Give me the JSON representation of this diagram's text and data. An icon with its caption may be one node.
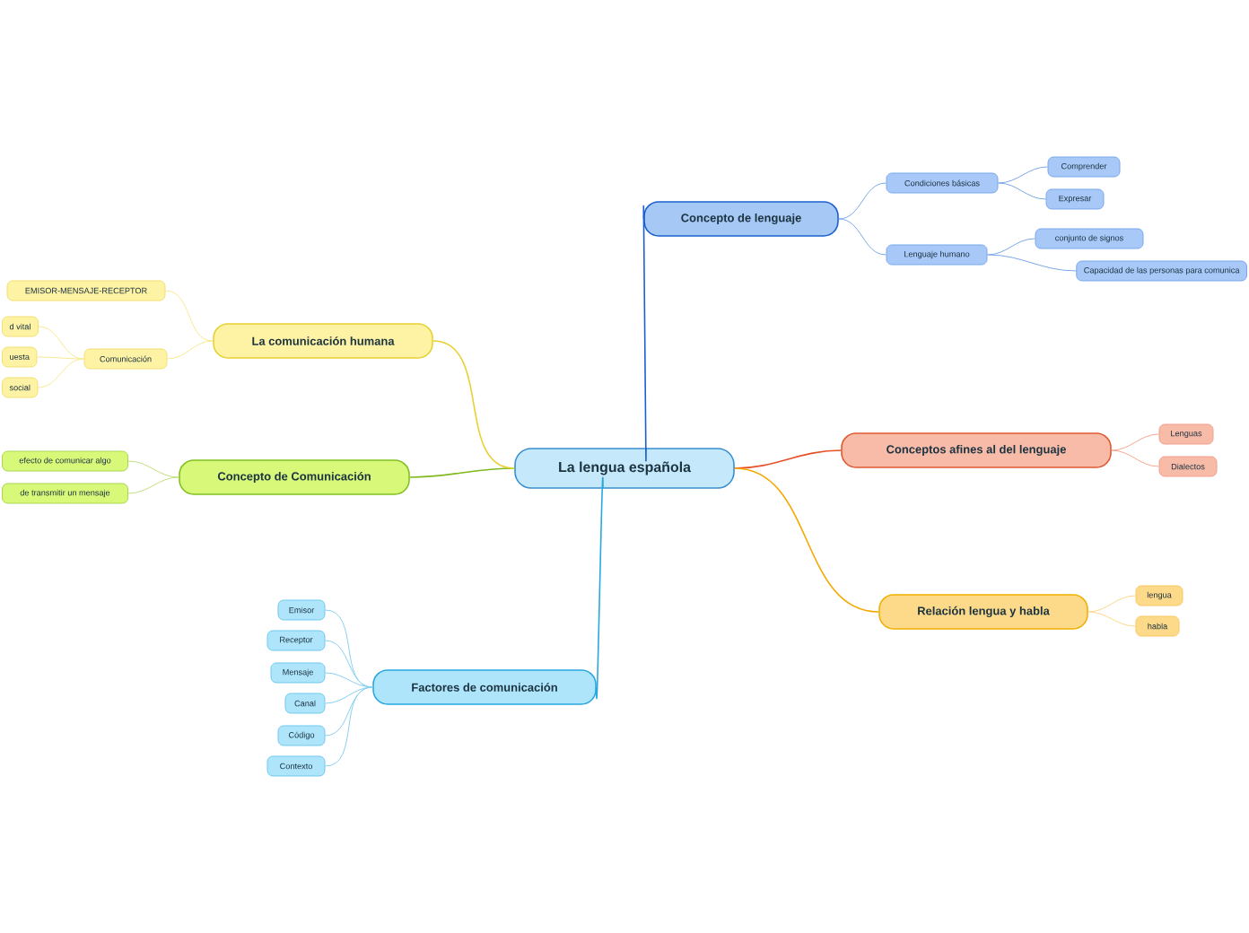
{
  "diagram": {
    "nodes": [
      {
        "text": [
          "La lengua española"
        ]
      },
      {
        "text": [
          "Concepto de lenguaje"
        ]
      },
      {
        "text": [
          "Condiciones básicas"
        ]
      },
      {
        "text": [
          "Comprender"
        ]
      },
      {
        "text": [
          "Expresar"
        ]
      },
      {
        "text": [
          "Lenguaje humano"
        ]
      },
      {
        "text": [
          "conjunto de signos"
        ]
      },
      {
        "text": [
          "Capacidad de las personas para comunica"
        ]
      },
      {
        "text": [
          "Conceptos afines al del lenguaje"
        ]
      },
      {
        "text": [
          "Lenguas"
        ]
      },
      {
        "text": [
          "Dialectos"
        ]
      },
      {
        "text": [
          "Relación lengua y habla"
        ]
      },
      {
        "text": [
          "lengua"
        ]
      },
      {
        "text": [
          "habla"
        ]
      },
      {
        "text": [
          "Factores de comunicación"
        ]
      },
      {
        "text": [
          "Emisor"
        ]
      },
      {
        "text": [
          "Receptor"
        ]
      },
      {
        "text": [
          "Mensaje"
        ]
      },
      {
        "text": [
          "Canal"
        ]
      },
      {
        "text": [
          "Código"
        ]
      },
      {
        "text": [
          "Contexto"
        ]
      },
      {
        "text": [
          "Concepto de Comunicación"
        ]
      },
      {
        "text": [
          "efecto de comunicar algo"
        ]
      },
      {
        "text": [
          "de transmitir un mensaje"
        ]
      },
      {
        "text": [
          "La comunicación humana"
        ]
      },
      {
        "text": [
          "EMISOR-MENSAJE-RECEPTOR"
        ]
      },
      {
        "text": [
          "Comunicación"
        ]
      },
      {
        "text": [
          "d vital"
        ]
      },
      {
        "text": [
          "uesta"
        ]
      },
      {
        "text": [
          "social"
        ]
      }
    ],
    "edges": [
      {
        "from": 0,
        "to": 1,
        "arrow": "none",
        "color": "#1a5fd0"
      },
      {
        "from": 1,
        "to": 2,
        "arrow": "none",
        "color": "#7aa8ea"
      },
      {
        "from": 2,
        "to": 3,
        "arrow": "none",
        "color": "#7aa8ea"
      },
      {
        "from": 2,
        "to": 4,
        "arrow": "none",
        "color": "#7aa8ea"
      },
      {
        "from": 1,
        "to": 5,
        "arrow": "none",
        "color": "#7aa8ea"
      },
      {
        "from": 5,
        "to": 6,
        "arrow": "none",
        "color": "#7aa8ea"
      },
      {
        "from": 5,
        "to": 7,
        "arrow": "none",
        "color": "#7aa8ea"
      },
      {
        "from": 0,
        "to": 8,
        "arrow": "none",
        "color": "#e8502a"
      },
      {
        "from": 8,
        "to": 9,
        "arrow": "none",
        "color": "#f5a890"
      },
      {
        "from": 8,
        "to": 10,
        "arrow": "none",
        "color": "#f5a890"
      },
      {
        "from": 0,
        "to": 11,
        "arrow": "none",
        "color": "#f5a800"
      },
      {
        "from": 11,
        "to": 12,
        "arrow": "none",
        "color": "#fcd88a"
      },
      {
        "from": 11,
        "to": 13,
        "arrow": "none",
        "color": "#fcd88a"
      },
      {
        "from": 0,
        "to": 14,
        "arrow": "none",
        "color": "#29a8e0"
      },
      {
        "from": 14,
        "to": 15,
        "arrow": "none",
        "color": "#88d0f0"
      },
      {
        "from": 14,
        "to": 16,
        "arrow": "none",
        "color": "#88d0f0"
      },
      {
        "from": 14,
        "to": 17,
        "arrow": "none",
        "color": "#88d0f0"
      },
      {
        "from": 14,
        "to": 18,
        "arrow": "none",
        "color": "#88d0f0"
      },
      {
        "from": 14,
        "to": 19,
        "arrow": "none",
        "color": "#88d0f0"
      },
      {
        "from": 14,
        "to": 20,
        "arrow": "none",
        "color": "#88d0f0"
      },
      {
        "from": 0,
        "to": 21,
        "arrow": "none",
        "color": "#80b820"
      },
      {
        "from": 21,
        "to": 22,
        "arrow": "none",
        "color": "#c0e080"
      },
      {
        "from": 21,
        "to": 23,
        "arrow": "none",
        "color": "#c0e080"
      },
      {
        "from": 0,
        "to": 24,
        "arrow": "none",
        "color": "#e8d030"
      },
      {
        "from": 24,
        "to": 25,
        "arrow": "none",
        "color": "#f8e890"
      },
      {
        "from": 24,
        "to": 26,
        "arrow": "none",
        "color": "#f8e890"
      },
      {
        "from": 26,
        "to": 27,
        "arrow": "none",
        "color": "#f8e890"
      },
      {
        "from": 26,
        "to": 28,
        "arrow": "none",
        "color": "#f8e890"
      },
      {
        "from": 26,
        "to": 29,
        "arrow": "none",
        "color": "#f8e890"
      }
    ]
  }
}
